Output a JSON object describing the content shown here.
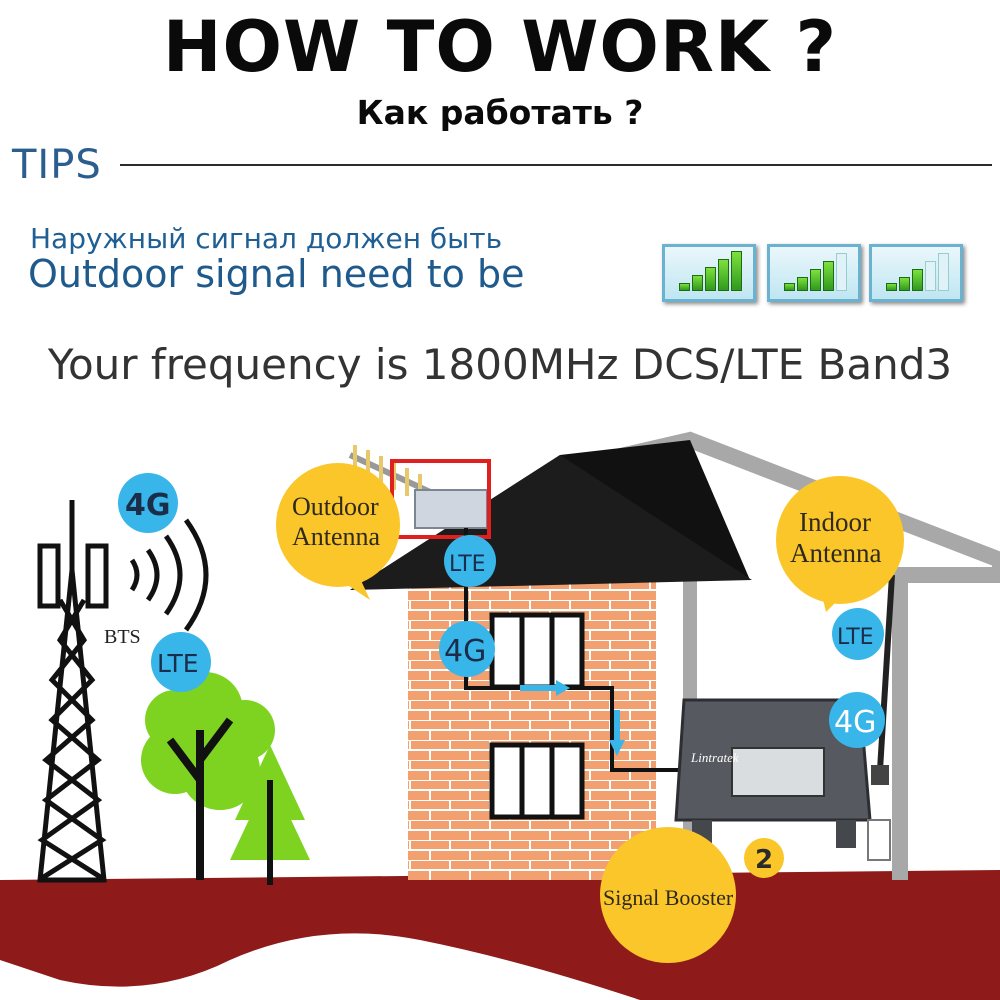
{
  "header": {
    "title": "HOW TO WORK ?",
    "subtitle": "Как работать ?"
  },
  "tips": {
    "label": "TIPS",
    "line_ru": "Наружный сигнал должен быть",
    "line_en": "Outdoor signal need to be"
  },
  "frequency_note": "Your frequency is 1800MHz DCS/LTE Band3",
  "diagram": {
    "tower_badge": "4G",
    "tower_label": "BTS",
    "tower_lte_badge": "LTE",
    "outdoor_bubble": [
      "Outdoor",
      "Antenna"
    ],
    "outdoor_lte_badge": "LTE",
    "house_4g_badge": "4G",
    "indoor_bubble": [
      "Indoor",
      "Antenna"
    ],
    "indoor_lte_badge": "LTE",
    "booster_4g_badge": "4G",
    "booster_brand": "Lintratek",
    "booster_number": "2",
    "booster_bubble": "Signal Booster"
  },
  "colors": {
    "badge_blue": "#38b6ea",
    "bubble_yellow": "#fbc62a",
    "brick": "#f3a070",
    "ground": "#8f1a1a",
    "tree_green": "#7ed321"
  }
}
